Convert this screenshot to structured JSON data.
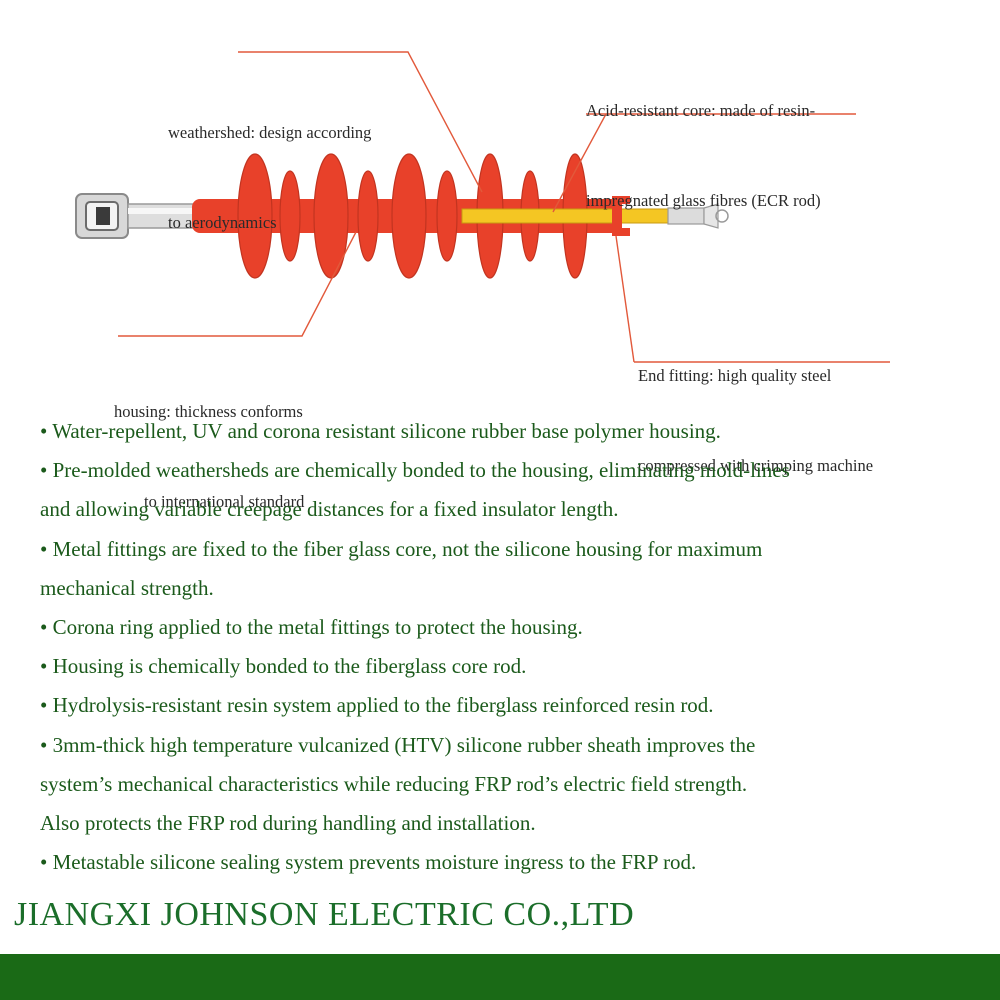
{
  "diagram": {
    "callouts": {
      "weathershed": [
        "weathershed: design according",
        "to aerodynamics"
      ],
      "core": [
        "Acid-resistant core: made of resin-",
        "impregnated glass fibres (ECR rod)"
      ],
      "end_fitting": [
        "End fitting: high quality steel",
        "compressed with crimping machine"
      ],
      "housing": [
        "housing: thickness conforms",
        "to international standard"
      ]
    },
    "colors": {
      "housing": "#e8412a",
      "core": "#f4c623",
      "callout_line": "#e2593b",
      "metal": "#c9c9c9"
    }
  },
  "bullets": [
    "• Water-repellent, UV and corona resistant silicone rubber base polymer housing.",
    "• Pre-molded weathersheds are chemically bonded to the housing, eliminating mold-lines",
    "and allowing variable creepage distances for a fixed insulator length.",
    "• Metal fittings are fixed to the fiber glass core, not the silicone housing for maximum",
    "mechanical strength.",
    "• Corona ring applied to the metal fittings to protect the housing.",
    "• Housing is chemically bonded to the fiberglass core rod.",
    "• Hydrolysis-resistant resin system applied to the fiberglass reinforced resin rod.",
    "• 3mm-thick high temperature vulcanized (HTV) silicone rubber sheath improves the",
    "system’s mechanical characteristics while reducing FRP rod’s electric field strength.",
    "Also protects  the FRP rod during handling and installation.",
    "• Metastable silicone sealing system prevents moisture ingress to the FRP rod."
  ],
  "company": "JIANGXI JOHNSON ELECTRIC CO.,LTD",
  "footer_color": "#1a6a16"
}
